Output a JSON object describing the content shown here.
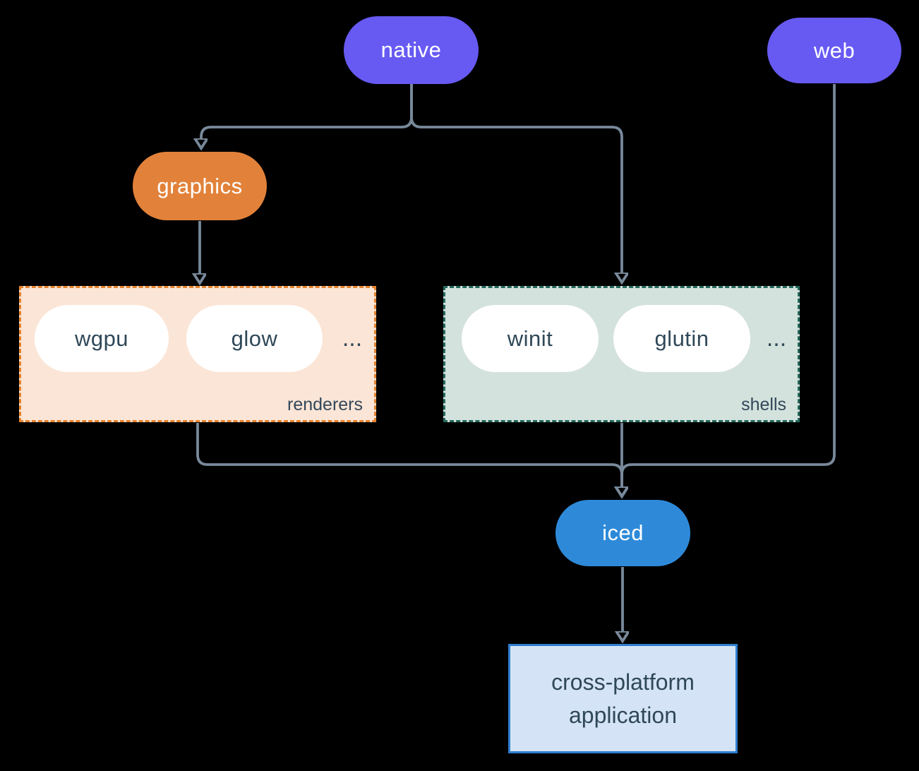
{
  "diagram": {
    "background_color": "#000000",
    "connector_color": "#78899b",
    "nodes": {
      "native": {
        "label": "native",
        "fill": "#675af2",
        "text_color": "#ffffff"
      },
      "web": {
        "label": "web",
        "fill": "#675af2",
        "text_color": "#ffffff"
      },
      "graphics": {
        "label": "graphics",
        "fill": "#e2823a",
        "text_color": "#ffffff"
      },
      "iced": {
        "label": "iced",
        "fill": "#2e8ad9",
        "text_color": "#ffffff"
      },
      "application": {
        "line1": "cross-platform",
        "line2": "application",
        "fill": "#d4e4f6",
        "border_color": "#2f7fd0",
        "text_color": "#2f4858"
      }
    },
    "groups": {
      "renderers": {
        "label": "renderers",
        "items": [
          "wgpu",
          "glow"
        ],
        "ellipsis": "...",
        "fill": "#fbe5d6",
        "border_color": "#e5832e",
        "item_text_color": "#2f4858"
      },
      "shells": {
        "label": "shells",
        "items": [
          "winit",
          "glutin"
        ],
        "ellipsis": "...",
        "fill": "#d3e2dc",
        "border_color": "#23685c",
        "item_text_color": "#2f4858"
      }
    },
    "edges": [
      {
        "from": "native",
        "to": "graphics"
      },
      {
        "from": "native",
        "to": "shells"
      },
      {
        "from": "graphics",
        "to": "renderers"
      },
      {
        "from": "renderers",
        "to": "iced"
      },
      {
        "from": "shells",
        "to": "iced"
      },
      {
        "from": "web",
        "to": "iced"
      },
      {
        "from": "iced",
        "to": "application"
      }
    ]
  }
}
